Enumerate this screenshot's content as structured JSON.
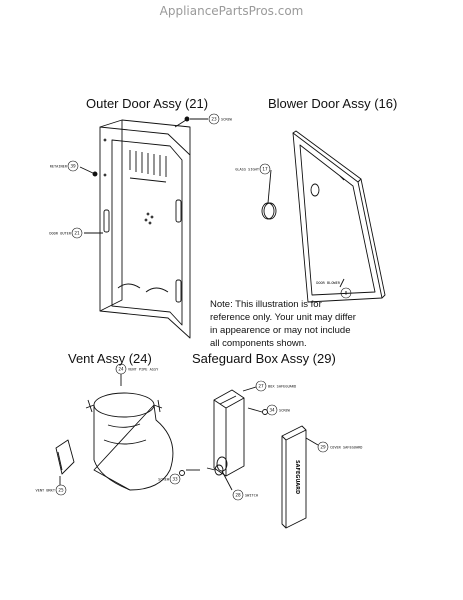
{
  "watermark": "AppliancePartsPros.com",
  "sections": {
    "outer_door": {
      "title": "Outer Door Assy (21)"
    },
    "blower_door": {
      "title": "Blower Door Assy (16)"
    },
    "vent": {
      "title": "Vent Assy (24)"
    },
    "safeguard_box": {
      "title": "Safeguard Box Assy (29)"
    }
  },
  "note": "Note: This illustration is for reference only. Your unit may differ in appearence or may not include all components shown.",
  "callouts": {
    "screw": {
      "label": "SCREW",
      "num": "23"
    },
    "retainer": {
      "label": "RETAINER",
      "num": "39"
    },
    "door_outer": {
      "label": "DOOR OUTER",
      "num": "21"
    },
    "glass_sight": {
      "label": "GLASS SIGHT",
      "num": "17"
    },
    "door_blower": {
      "label": "DOOR BLOWER",
      "num": "8"
    },
    "vent_pipe": {
      "label": "VENT PIPE ASSY",
      "num": "24"
    },
    "vent_bracket": {
      "label": "VENT BRKT",
      "num": "25"
    },
    "box_safeguard": {
      "label": "BOX SAFEGUARD",
      "num": "27"
    },
    "screw_b": {
      "label": "SCREW",
      "num": "34"
    },
    "cover_safeguard": {
      "label": "COVER SAFEGUARD",
      "num": "29"
    },
    "screw_c": {
      "label": "SCREW",
      "num": "33"
    },
    "switch": {
      "label": "SWITCH",
      "num": "28"
    }
  },
  "cover_text": "SAFEGUARD"
}
